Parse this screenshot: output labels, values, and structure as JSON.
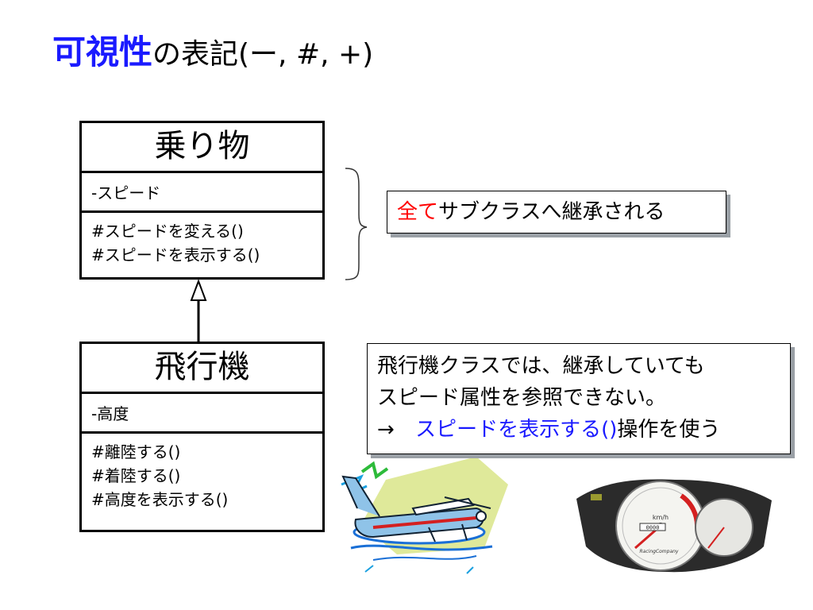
{
  "title": {
    "highlight": "可視性",
    "rest": "の表記(ー, #, +)"
  },
  "uml": {
    "vehicle": {
      "name": "乗り物",
      "attributes": [
        "-スピード"
      ],
      "operations": [
        "#スピードを変える()",
        "#スピードを表示する()"
      ]
    },
    "plane": {
      "name": "飛行機",
      "attributes": [
        "-高度"
      ],
      "operations": [
        "#離陸する()",
        "#着陸する()",
        "#高度を表示する()"
      ]
    }
  },
  "notes": {
    "inherit": {
      "red": "全て",
      "text": "サブクラスへ継承される"
    },
    "plane": {
      "line1": "飛行機クラスでは、継承していても",
      "line2": "スピード属性を参照できない。",
      "arrow": "→",
      "blue": "スピードを表示する()",
      "tail": "操作を使う"
    }
  },
  "images": {
    "seaplane": "seaplane-clipart",
    "speedometer": "speedometer-photo",
    "speedometer_unit": "km/h",
    "speedometer_odometer": "0000",
    "speedometer_brand": "RacingCompany"
  },
  "colors": {
    "title_highlight": "#1a1aff",
    "note_red": "#ff0000",
    "note_blue": "#1a1aff",
    "shadow": "#9aa0a6"
  }
}
